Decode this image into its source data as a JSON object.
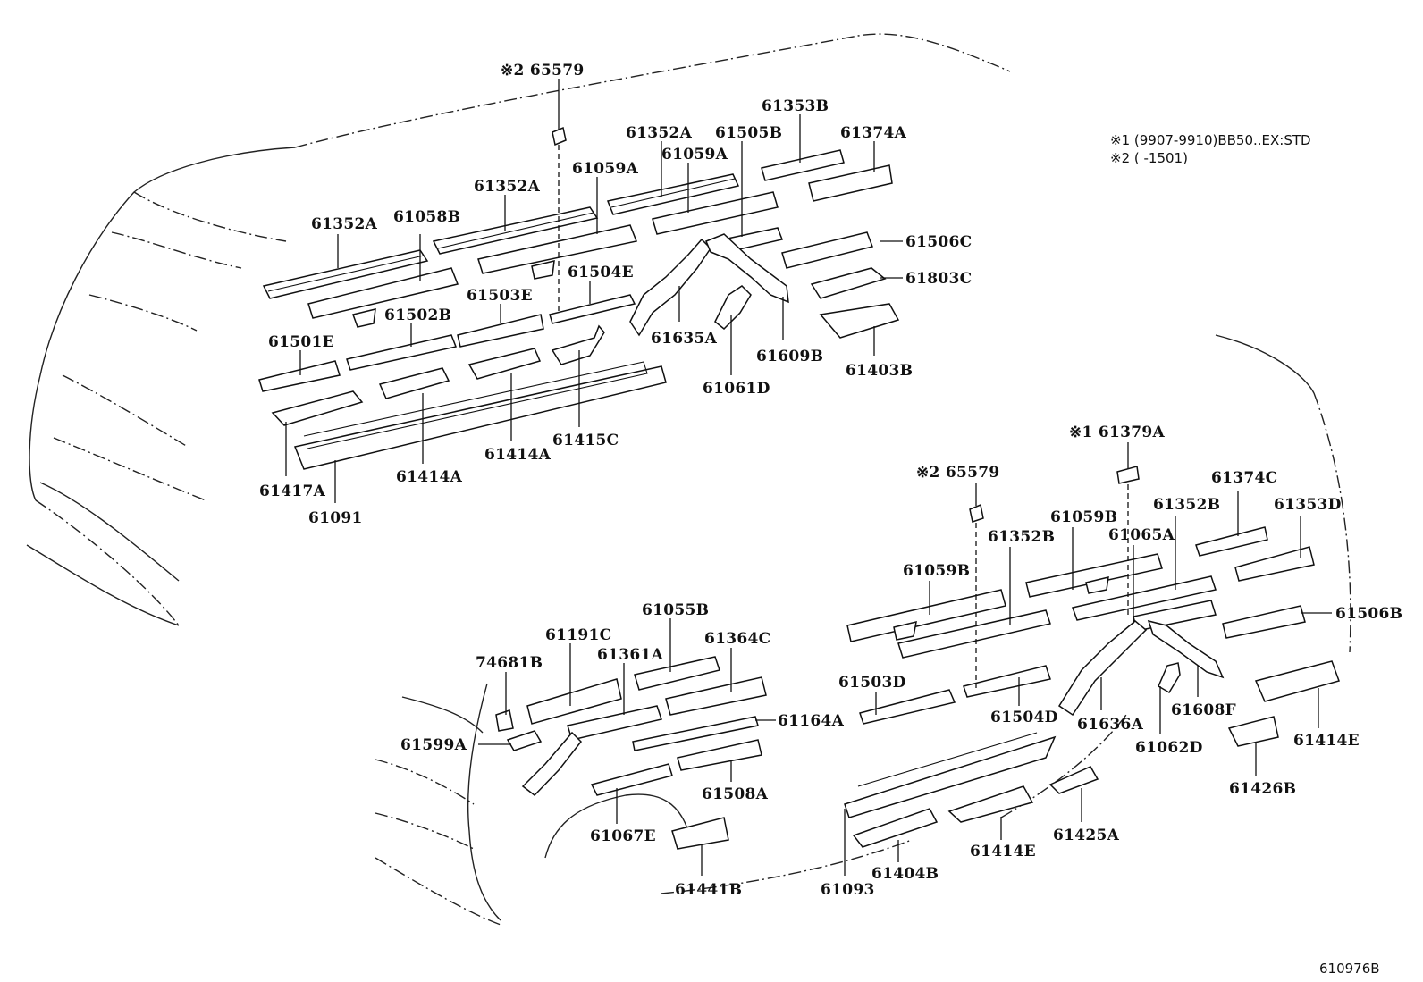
{
  "notes": {
    "n1": "※1 (9907-9910)BB50..EX:STD",
    "n2": "※2 (       -1501)"
  },
  "reference": "610976B",
  "labels": [
    "※2 65579",
    "61353B",
    "61352A",
    "61505B",
    "61374A",
    "61059A",
    "61059A",
    "61352A",
    "61352A",
    "61058B",
    "61506C",
    "61504E",
    "61803C",
    "61503E",
    "61502B",
    "61635A",
    "61609B",
    "61501E",
    "61403B",
    "61061D",
    "61415C",
    "61414A",
    "61414A",
    "61417A",
    "61091",
    "※1 61379A",
    "※2 65579",
    "61374C",
    "61059B",
    "61352B",
    "61353D",
    "61352B",
    "61065A",
    "61059B",
    "61506B",
    "61055B",
    "61191C",
    "61364C",
    "61361A",
    "74681B",
    "61503D",
    "61164A",
    "61599A",
    "61504D",
    "61636A",
    "61608F",
    "61414E",
    "61062D",
    "61508A",
    "61426B",
    "61067E",
    "61425A",
    "61414E",
    "61093",
    "61404B",
    "61441B"
  ]
}
